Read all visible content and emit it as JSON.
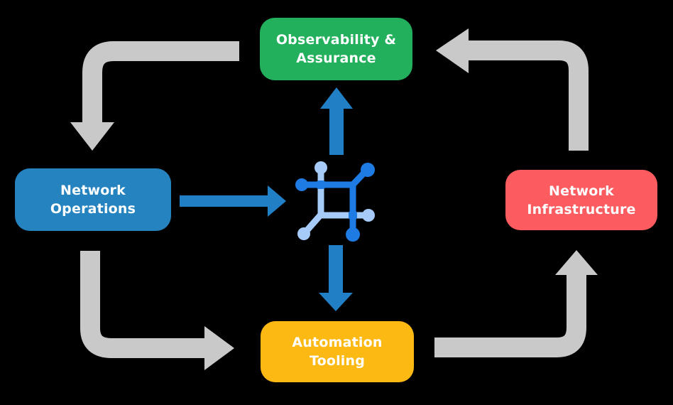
{
  "diagram": {
    "type": "cycle-flow",
    "colors": {
      "background": "#000000",
      "node_green": "#22B05C",
      "node_blue": "#2583C0",
      "node_red": "#FC5B5F",
      "node_yellow": "#FDB913",
      "arrow_gray": "#C9C9C9",
      "arrow_blue": "#2180C5",
      "icon_dark_blue": "#1E7BE3",
      "icon_light_blue": "#A6CBF8",
      "label_text": "#FFFFFF"
    },
    "nodes": [
      {
        "id": "observability-assurance",
        "label": "Observability & Assurance",
        "lines": [
          "Observability &",
          "Assurance"
        ],
        "color_key": "node_green",
        "position": "top"
      },
      {
        "id": "network-operations",
        "label": "Network Operations",
        "lines": [
          "Network",
          "Operations"
        ],
        "color_key": "node_blue",
        "position": "left"
      },
      {
        "id": "network-infrastructure",
        "label": "Network Infrastructure",
        "lines": [
          "Network",
          "Infrastructure"
        ],
        "color_key": "node_red",
        "position": "right"
      },
      {
        "id": "automation-tooling",
        "label": "Automation Tooling",
        "lines": [
          "Automation",
          "Tooling"
        ],
        "color_key": "node_yellow",
        "position": "bottom"
      }
    ],
    "center_icon": {
      "name": "network-mesh-icon"
    },
    "cycle_arrows": [
      {
        "from": "observability-assurance",
        "to": "network-operations",
        "color_key": "arrow_gray"
      },
      {
        "from": "network-operations",
        "to": "automation-tooling",
        "color_key": "arrow_gray"
      },
      {
        "from": "automation-tooling",
        "to": "network-infrastructure",
        "color_key": "arrow_gray"
      },
      {
        "from": "network-infrastructure",
        "to": "observability-assurance",
        "color_key": "arrow_gray"
      }
    ],
    "flow_arrows": [
      {
        "from": "network-operations",
        "to": "network-mesh-icon",
        "color_key": "arrow_blue"
      },
      {
        "from": "network-mesh-icon",
        "to": "observability-assurance",
        "color_key": "arrow_blue"
      },
      {
        "from": "network-mesh-icon",
        "to": "automation-tooling",
        "color_key": "arrow_blue"
      }
    ]
  }
}
